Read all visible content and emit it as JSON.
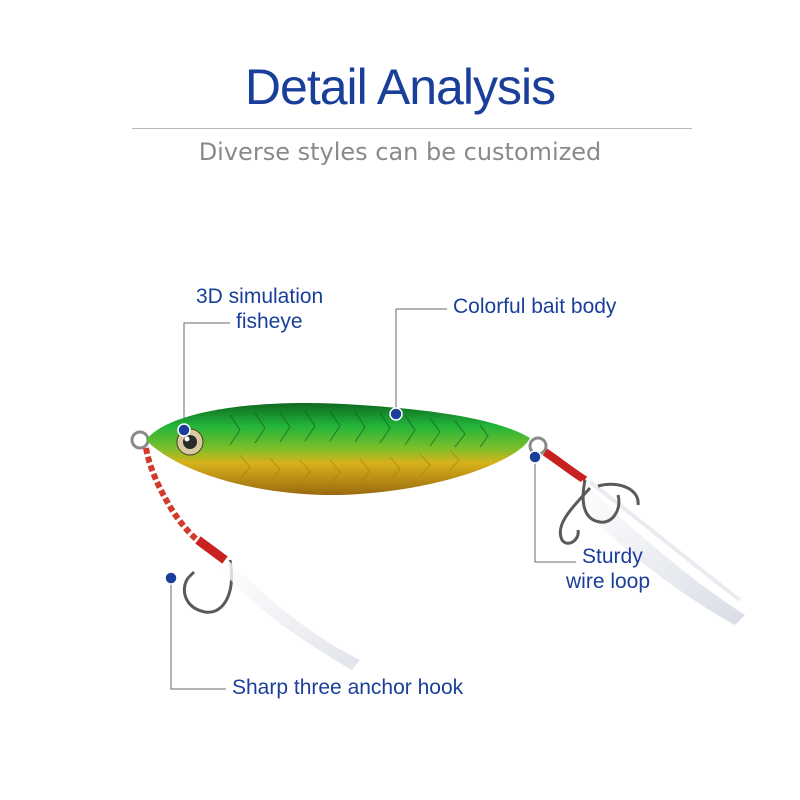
{
  "header": {
    "title": "Detail Analysis",
    "subtitle": "Diverse styles can be customized"
  },
  "callouts": {
    "fisheye_line1": "3D simulation",
    "fisheye_line2": "fisheye",
    "body": "Colorful bait body",
    "loop_line1": "Sturdy",
    "loop_line2": "wire loop",
    "hook": "Sharp three anchor hook"
  },
  "colors": {
    "accent": "#1a3f9a",
    "subtitle": "#8a8a8a",
    "leader_line": "#6a6a6a",
    "lure_green": "#1fa82a",
    "lure_gold": "#c9a018"
  }
}
